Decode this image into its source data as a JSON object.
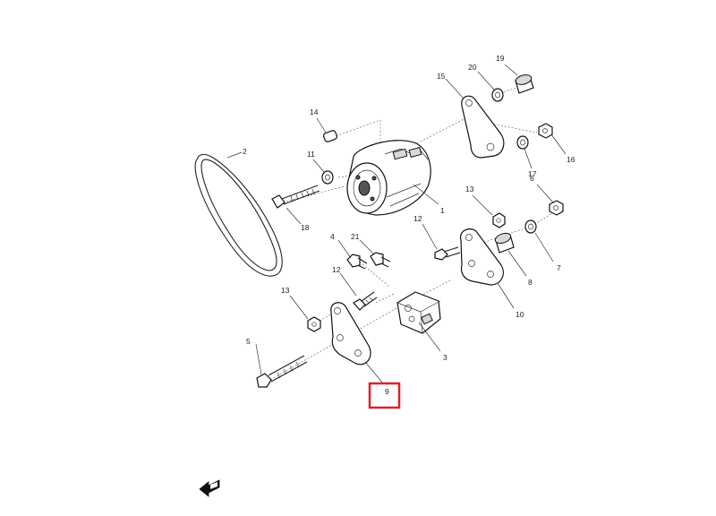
{
  "diagram": {
    "callouts": {
      "c1": "1",
      "c2": "2",
      "c3": "3",
      "c4": "4",
      "c5": "5",
      "c6": "6",
      "c7": "7",
      "c8": "8",
      "c9": "9",
      "c10": "10",
      "c11": "11",
      "c12a": "12",
      "c12b": "12",
      "c13a": "13",
      "c13b": "13",
      "c14": "14",
      "c15": "15",
      "c16": "16",
      "c17": "17",
      "c18": "18",
      "c19": "19",
      "c20": "20",
      "c21": "21"
    },
    "selected_callout": "9",
    "highlight_color": "#e0202a",
    "front_indicator_icon": "front-arrow-icon"
  }
}
